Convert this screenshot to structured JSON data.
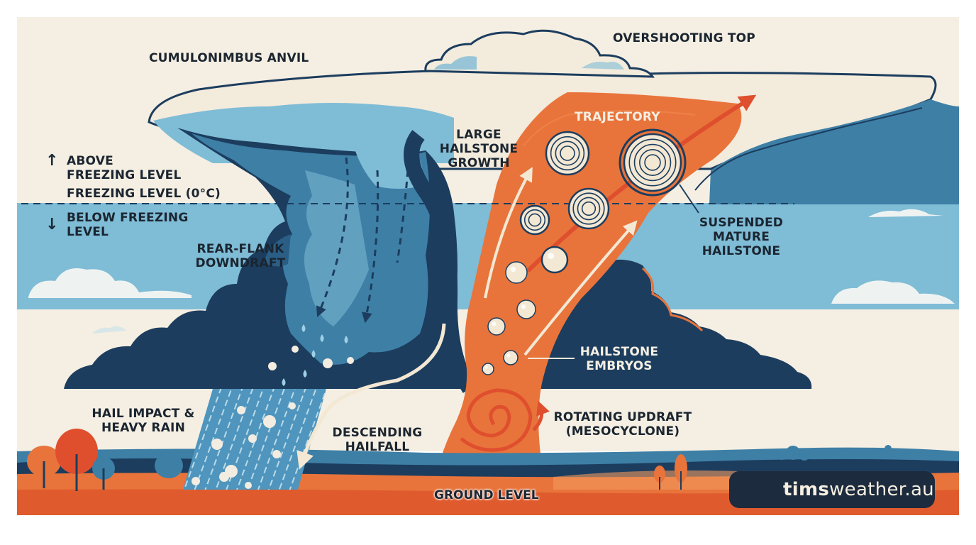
{
  "labels": {
    "cumulonimbus_anvil": "CUMULONIMBUS ANVIL",
    "overshooting_top": "OVERSHOOTING TOP",
    "trajectory": "TRAJECTORY",
    "large_hailstone_growth": [
      "LARGE",
      "HAILSTONE",
      "GROWTH"
    ],
    "above_freezing": [
      "ABOVE",
      "FREEZING LEVEL"
    ],
    "freezing_level": "FREEZING LEVEL (0°C)",
    "below_freezing": [
      "BELOW FREEZING",
      "LEVEL"
    ],
    "rear_flank": [
      "REAR-FLANK",
      "DOWNDRAFT"
    ],
    "suspended_mature": [
      "SUSPENDED",
      "MATURE",
      "HAILSTONE"
    ],
    "hailstone_embryos": [
      "HAILSTONE",
      "EMBRYOS"
    ],
    "hail_impact": [
      "HAIL IMPACT &",
      "HEAVY RAIN"
    ],
    "descending_hailfall": [
      "DESCENDING",
      "HAILFALL"
    ],
    "rotating_updraft": [
      "ROTATING UPDRAFT",
      "(MESOCYCLONE)"
    ],
    "ground_level": "GROUND LEVEL"
  },
  "brand": {
    "icon": "cloud-sun-icon",
    "bold": "tims",
    "rest": "weather.au"
  },
  "colors": {
    "navy": "#1c3d5e",
    "sky": "#7fbcd6",
    "orange": "#e8743b",
    "cream": "#f4eee2"
  }
}
